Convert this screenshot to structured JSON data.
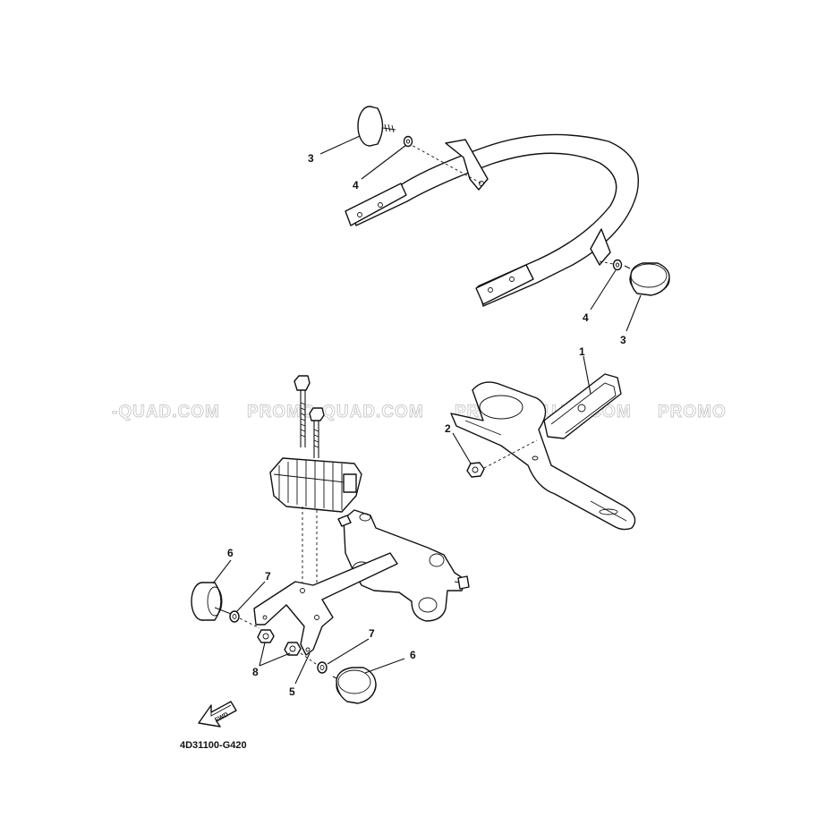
{
  "diagram": {
    "drawing_code": "4D31100-G420",
    "direction_arrow": "FWD",
    "watermarks": [
      "-QUAD.COM",
      "PROMO-QUAD.COM",
      "PROMO-QUAD.COM",
      "PROMO"
    ],
    "callouts": [
      "1",
      "2",
      "3",
      "3",
      "4",
      "4",
      "5",
      "6",
      "6",
      "7",
      "7",
      "8"
    ]
  }
}
